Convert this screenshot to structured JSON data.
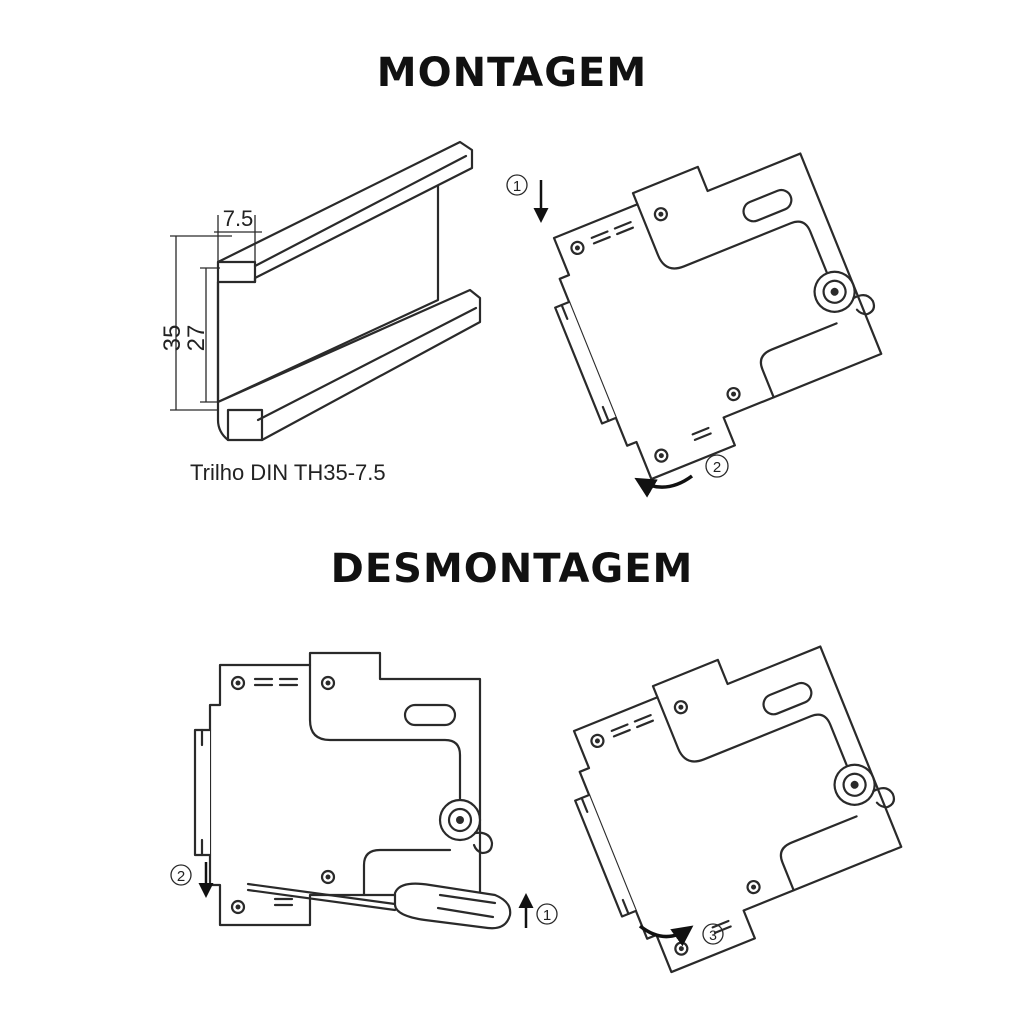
{
  "headings": {
    "mount": "MONTAGEM",
    "unmount": "DESMONTAGEM"
  },
  "rail": {
    "dim_top": "7.5",
    "dim_outer": "35",
    "dim_inner": "27",
    "caption": "Trilho DIN TH35-7.5"
  },
  "steps": {
    "mount_1": "1",
    "mount_2": "2",
    "unmount_1": "1",
    "unmount_2": "2",
    "unmount_3": "3"
  }
}
